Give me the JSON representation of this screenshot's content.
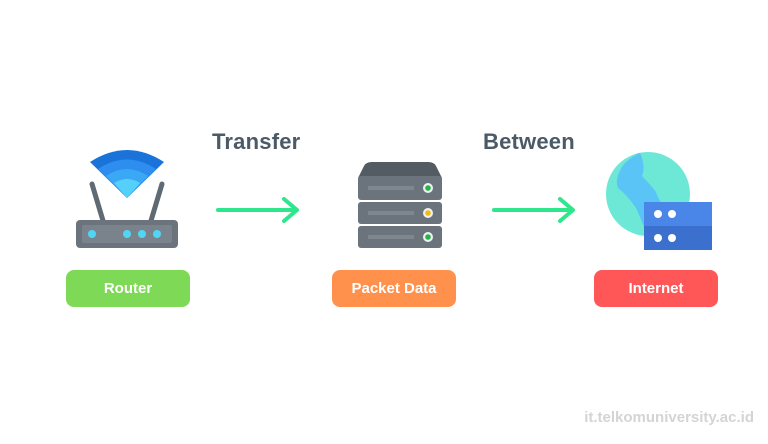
{
  "diagram": {
    "nodes": [
      {
        "id": "router",
        "label": "Router",
        "icon": "wifi-router-icon",
        "color": "#7ed957"
      },
      {
        "id": "packet",
        "label": "Packet Data",
        "icon": "server-stack-icon",
        "color": "#ff914d"
      },
      {
        "id": "internet",
        "label": "Internet",
        "icon": "globe-server-icon",
        "color": "#ff5757"
      }
    ],
    "edges": [
      {
        "from": "router",
        "to": "packet",
        "label": "Transfer",
        "color": "#2ee68c"
      },
      {
        "from": "packet",
        "to": "internet",
        "label": "Between",
        "color": "#2ee68c"
      }
    ],
    "text_color": "#4a5a66"
  },
  "footer": {
    "watermark": "it.telkomuniversity.ac.id"
  }
}
